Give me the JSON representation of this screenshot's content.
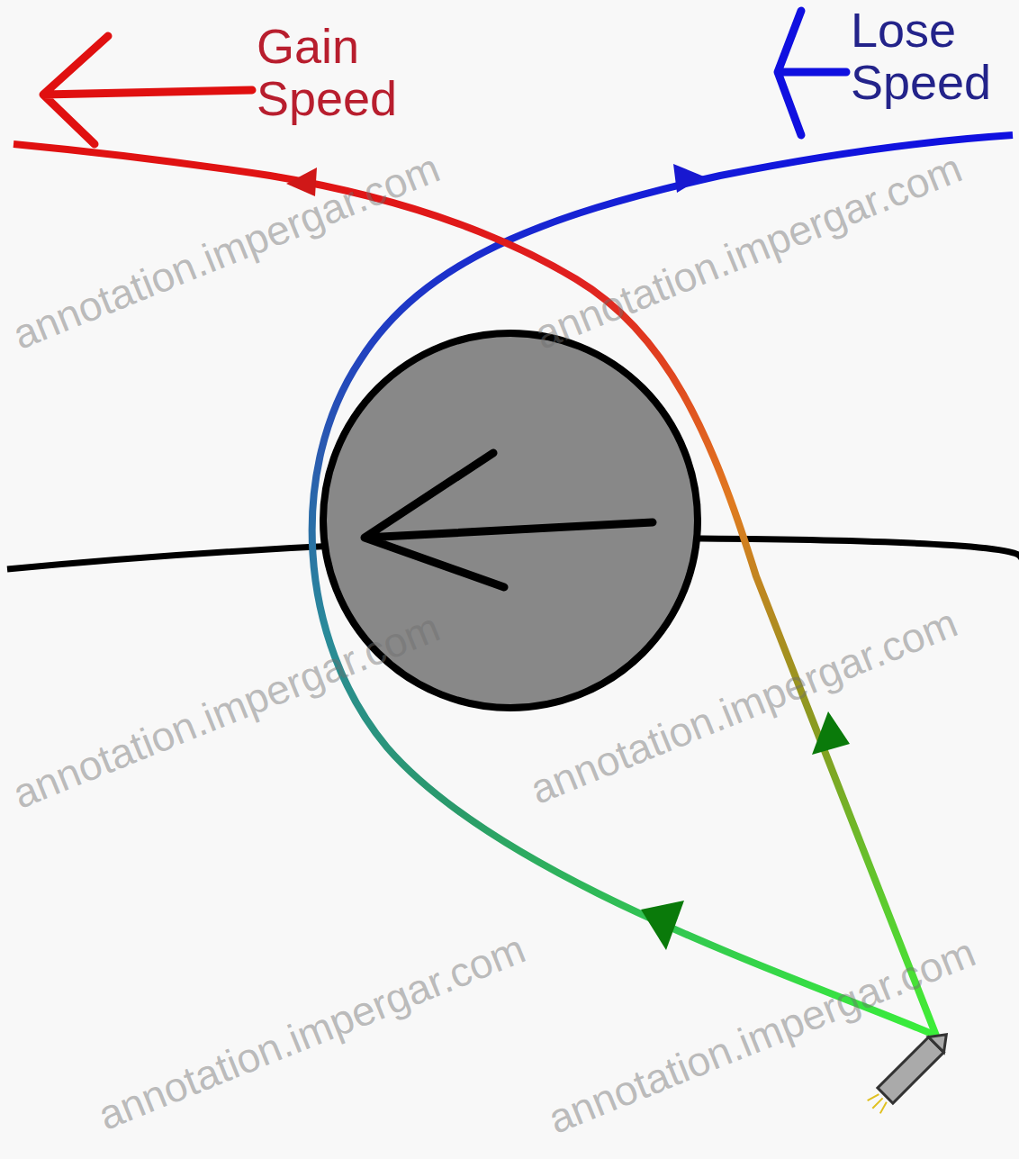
{
  "diagram": {
    "labels": [
      "Gain Speed",
      "Lose Speed",
      "annotation.impergar.com",
      "annotation.impergar.com",
      "annotation.impergar.com",
      "annotation.impergar.com",
      "annotation.impergar.com",
      "annotation.impergar.com"
    ]
  }
}
